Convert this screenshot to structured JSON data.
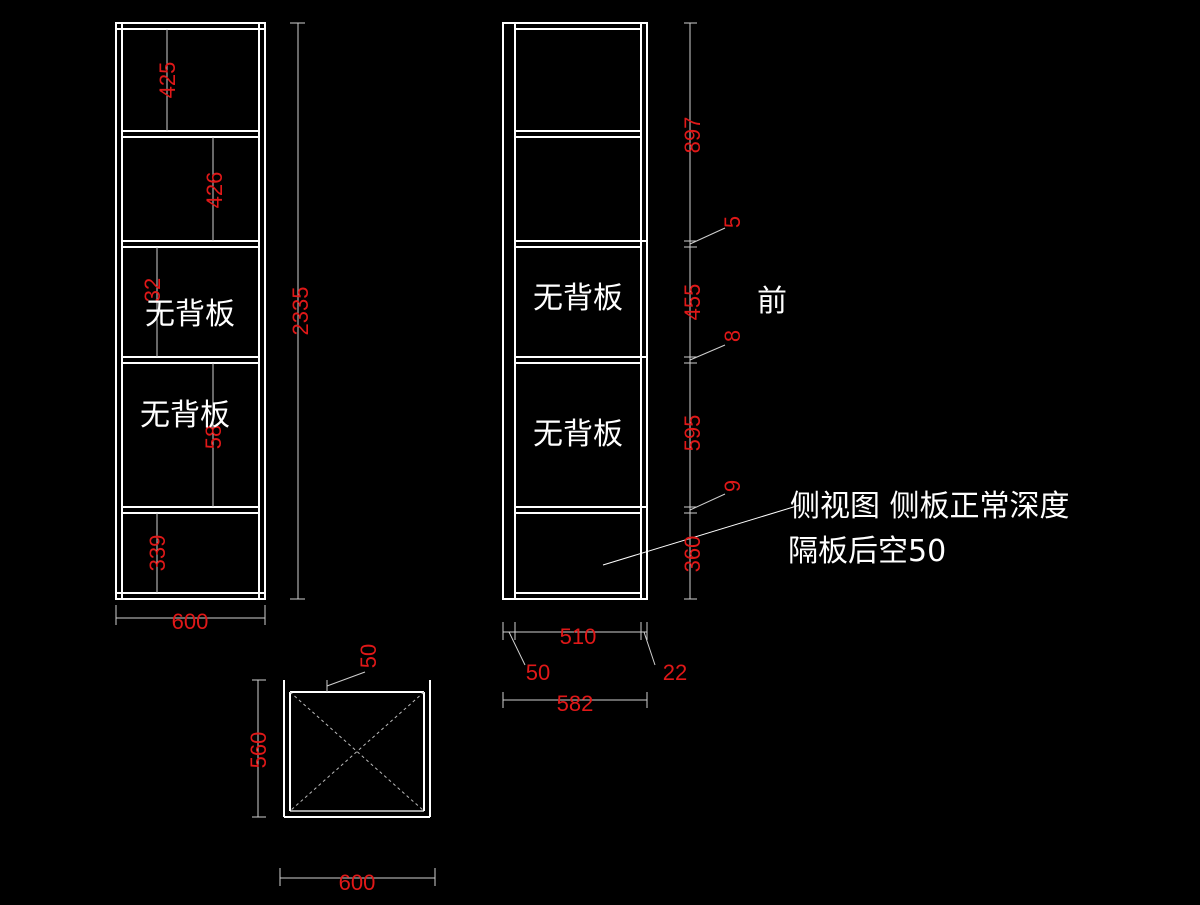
{
  "front_view": {
    "dims": {
      "d425": "425",
      "d426": "426",
      "d32": "32",
      "d58": "58",
      "d339": "339",
      "height": "2335",
      "width": "600"
    },
    "labels": {
      "no_back_1": "无背板",
      "no_back_2": "无背板"
    }
  },
  "side_view": {
    "dims": {
      "d897": "897",
      "d5": "5",
      "d455": "455",
      "d8": "8",
      "d595": "595",
      "d9": "9",
      "d360": "360",
      "d510": "510",
      "d50": "50",
      "d22": "22",
      "d582": "582"
    },
    "labels": {
      "no_back_1": "无背板",
      "no_back_2": "无背板",
      "front": "前"
    },
    "note": {
      "line1": "侧视图    侧板正常深度",
      "line2": "隔板后空50"
    }
  },
  "plan_view": {
    "dims": {
      "d50": "50",
      "depth": "560",
      "width": "600"
    }
  }
}
